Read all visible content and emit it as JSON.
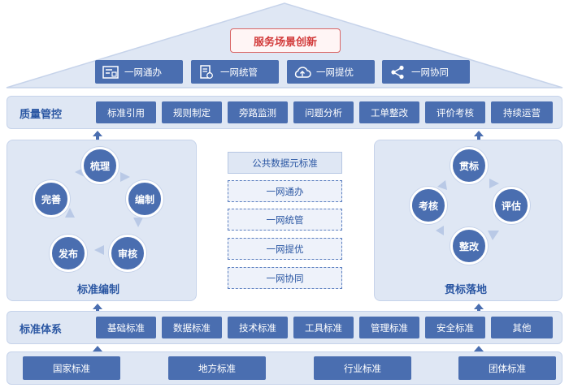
{
  "header": {
    "title": "服务场景创新"
  },
  "services": [
    {
      "label": "一网通办",
      "icon": "form-icon"
    },
    {
      "label": "一网统管",
      "icon": "document-gear-icon"
    },
    {
      "label": "一网提优",
      "icon": "cloud-upload-icon"
    },
    {
      "label": "一网协同",
      "icon": "share-icon"
    }
  ],
  "quality": {
    "title": "质量管控",
    "items": [
      "标准引用",
      "规则制定",
      "旁路监测",
      "问题分析",
      "工单整改",
      "评价考核",
      "持续运营"
    ]
  },
  "left_panel": {
    "label": "标准编制",
    "steps": [
      "梳理",
      "编制",
      "审核",
      "发布",
      "完善"
    ]
  },
  "middle": {
    "header": "公共数据元标准",
    "items": [
      "一网通办",
      "一网统管",
      "一网提优",
      "一网协同"
    ]
  },
  "right_panel": {
    "label": "贯标落地",
    "steps": [
      "贯标",
      "评估",
      "整改",
      "考核"
    ]
  },
  "standards": {
    "title": "标准体系",
    "items": [
      "基础标准",
      "数据标准",
      "技术标准",
      "工具标准",
      "管理标准",
      "安全标准",
      "其他"
    ]
  },
  "sources": [
    "国家标准",
    "地方标准",
    "行业标准",
    "团体标准"
  ],
  "colors": {
    "primary": "#4a6eb0",
    "band": "#dfe7f4",
    "accent_red": "#d23a3a"
  }
}
